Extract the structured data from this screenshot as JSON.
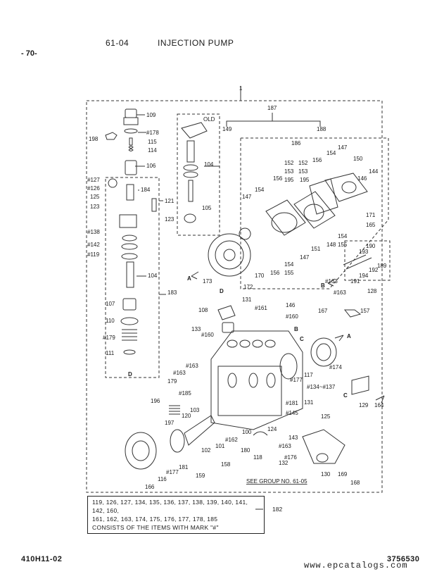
{
  "header": {
    "section_code": "61-04",
    "section_title": "INJECTION PUMP",
    "page_number": "- 70-"
  },
  "diagram": {
    "assembly_number": "1",
    "group_labels": [
      "OLD",
      "SEE GROUP NO. 61-05"
    ],
    "view_markers": [
      "A",
      "B",
      "C",
      "D"
    ],
    "part_labels": [
      "109",
      "#178",
      "198",
      "115",
      "114",
      "106",
      "104",
      "105",
      "#127",
      "#126",
      "125",
      "123",
      "184",
      "121",
      "#138",
      "#142",
      "#119",
      "107",
      "110",
      "#179",
      "111",
      "183",
      "187",
      "149",
      "188",
      "186",
      "152",
      "153",
      "195",
      "156",
      "147",
      "150",
      "154",
      "144",
      "171",
      "165",
      "151",
      "148",
      "155",
      "170",
      "172",
      "173",
      "193",
      "190",
      "189",
      "194",
      "191",
      "192",
      "128",
      "#163",
      "157",
      "108",
      "131",
      "#161",
      "146",
      "#160",
      "133",
      "167",
      "#174",
      "117",
      "#134",
      "#137",
      "#177",
      "129",
      "164",
      "179",
      "#185",
      "196",
      "197",
      "120",
      "103",
      "#181",
      "#145",
      "102",
      "101",
      "118",
      "#162",
      "180",
      "143",
      "132",
      "159",
      "158",
      "166",
      "116",
      "130",
      "169",
      "168",
      "100",
      "124"
    ]
  },
  "note_box": {
    "line1": "119, 126, 127, 134, 135, 136, 137, 138, 139, 140, 141, 142, 160,",
    "line2": "161, 162, 163, 174, 175, 176, 177, 178, 185",
    "line3": "CONSISTS OF THE ITEMS WITH MARK \"#\"",
    "ref": "182"
  },
  "footer": {
    "model": "410H11-02",
    "drawing_no": "3756530",
    "watermark": "www.epcatalogs.com"
  }
}
